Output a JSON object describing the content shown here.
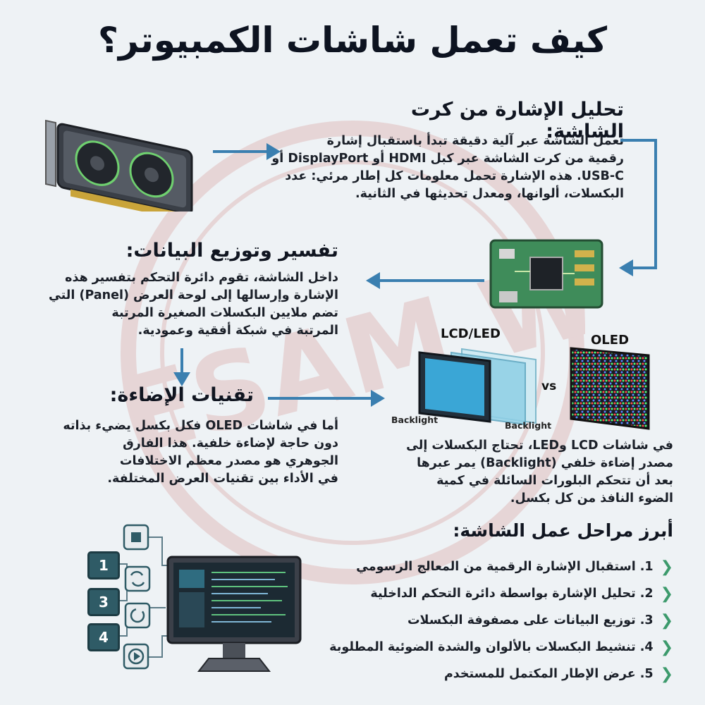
{
  "title": "كيف تعمل شاشات الكمبيوتر؟",
  "section1": {
    "heading": "تحليل الإشارة من كرت الشاشة:",
    "lines": [
      "تعمل الشاشة عبر آلية دقيقة تبدأ باستقبال إشارة",
      "رقمية من كرت الشاشة عبر كبل HDMI أو DisplayPort أو",
      "USB-C. هذه الإشارة تحمل معلومات كل إطار مرئي: عدد",
      "البكسلات، ألوانها، ومعدل تحديثها في الثانية."
    ]
  },
  "section2": {
    "heading": "تفسير وتوزيع البيانات:",
    "lines": [
      "داخل الشاشة، تقوم دائرة التحكم بتفسير هذه",
      "الإشارة وإرسالها إلى لوحة العرض (Panel) التي",
      "تضم ملايين البكسلات الصغيرة المرتبة",
      "المرتبة في شبكة أفقية وعمودية."
    ]
  },
  "section3": {
    "heading": "تقنيات الإضاءة:",
    "lines": [
      "أما في شاشات OLED فكل بكسل يضيء بذاته",
      "دون حاجة لإضاءة خلفية. هذا الفارق",
      "الجوهري هو مصدر معظم الاختلافات",
      "في الأداء بين تقنيات العرض المختلفة."
    ]
  },
  "lcd_text": {
    "lines": [
      "في شاشات LCD وLED، تحتاج البكسلات إلى",
      "مصدر إضاءة خلفي (Backlight) يمر عبرها",
      "بعد أن تتحكم البلورات السائلة في كمية",
      "الضوء النافذ من كل بكسل."
    ]
  },
  "comparison": {
    "lcd_label": "LCD/LED",
    "oled_label": "OLED",
    "vs": "vs",
    "backlight_a": "Backlight",
    "backlight_b": "Backlight"
  },
  "steps": {
    "heading": "أبرز مراحل عمل الشاشة:",
    "items": [
      {
        "num": "1.",
        "text": "استقبال الإشارة الرقمية من المعالج الرسومي"
      },
      {
        "num": "2.",
        "text": "تحليل الإشارة بواسطة دائرة التحكم الداخلية"
      },
      {
        "num": "3.",
        "text": "توزيع البيانات على مصفوفة البكسلات"
      },
      {
        "num": "4.",
        "text": "تنشيط البكسلات بالألوان والشدة الضوئية المطلوبة"
      },
      {
        "num": "5.",
        "text": "عرض الإطار المكتمل للمستخدم"
      }
    ]
  },
  "flow_badges": [
    "1",
    "3",
    "4"
  ],
  "watermark_text": "UESAM WE",
  "colors": {
    "accent": "#3a7fb0",
    "chevron": "#3c9a6c",
    "badge": "#2f5b66",
    "watermark": "#c2423b"
  }
}
